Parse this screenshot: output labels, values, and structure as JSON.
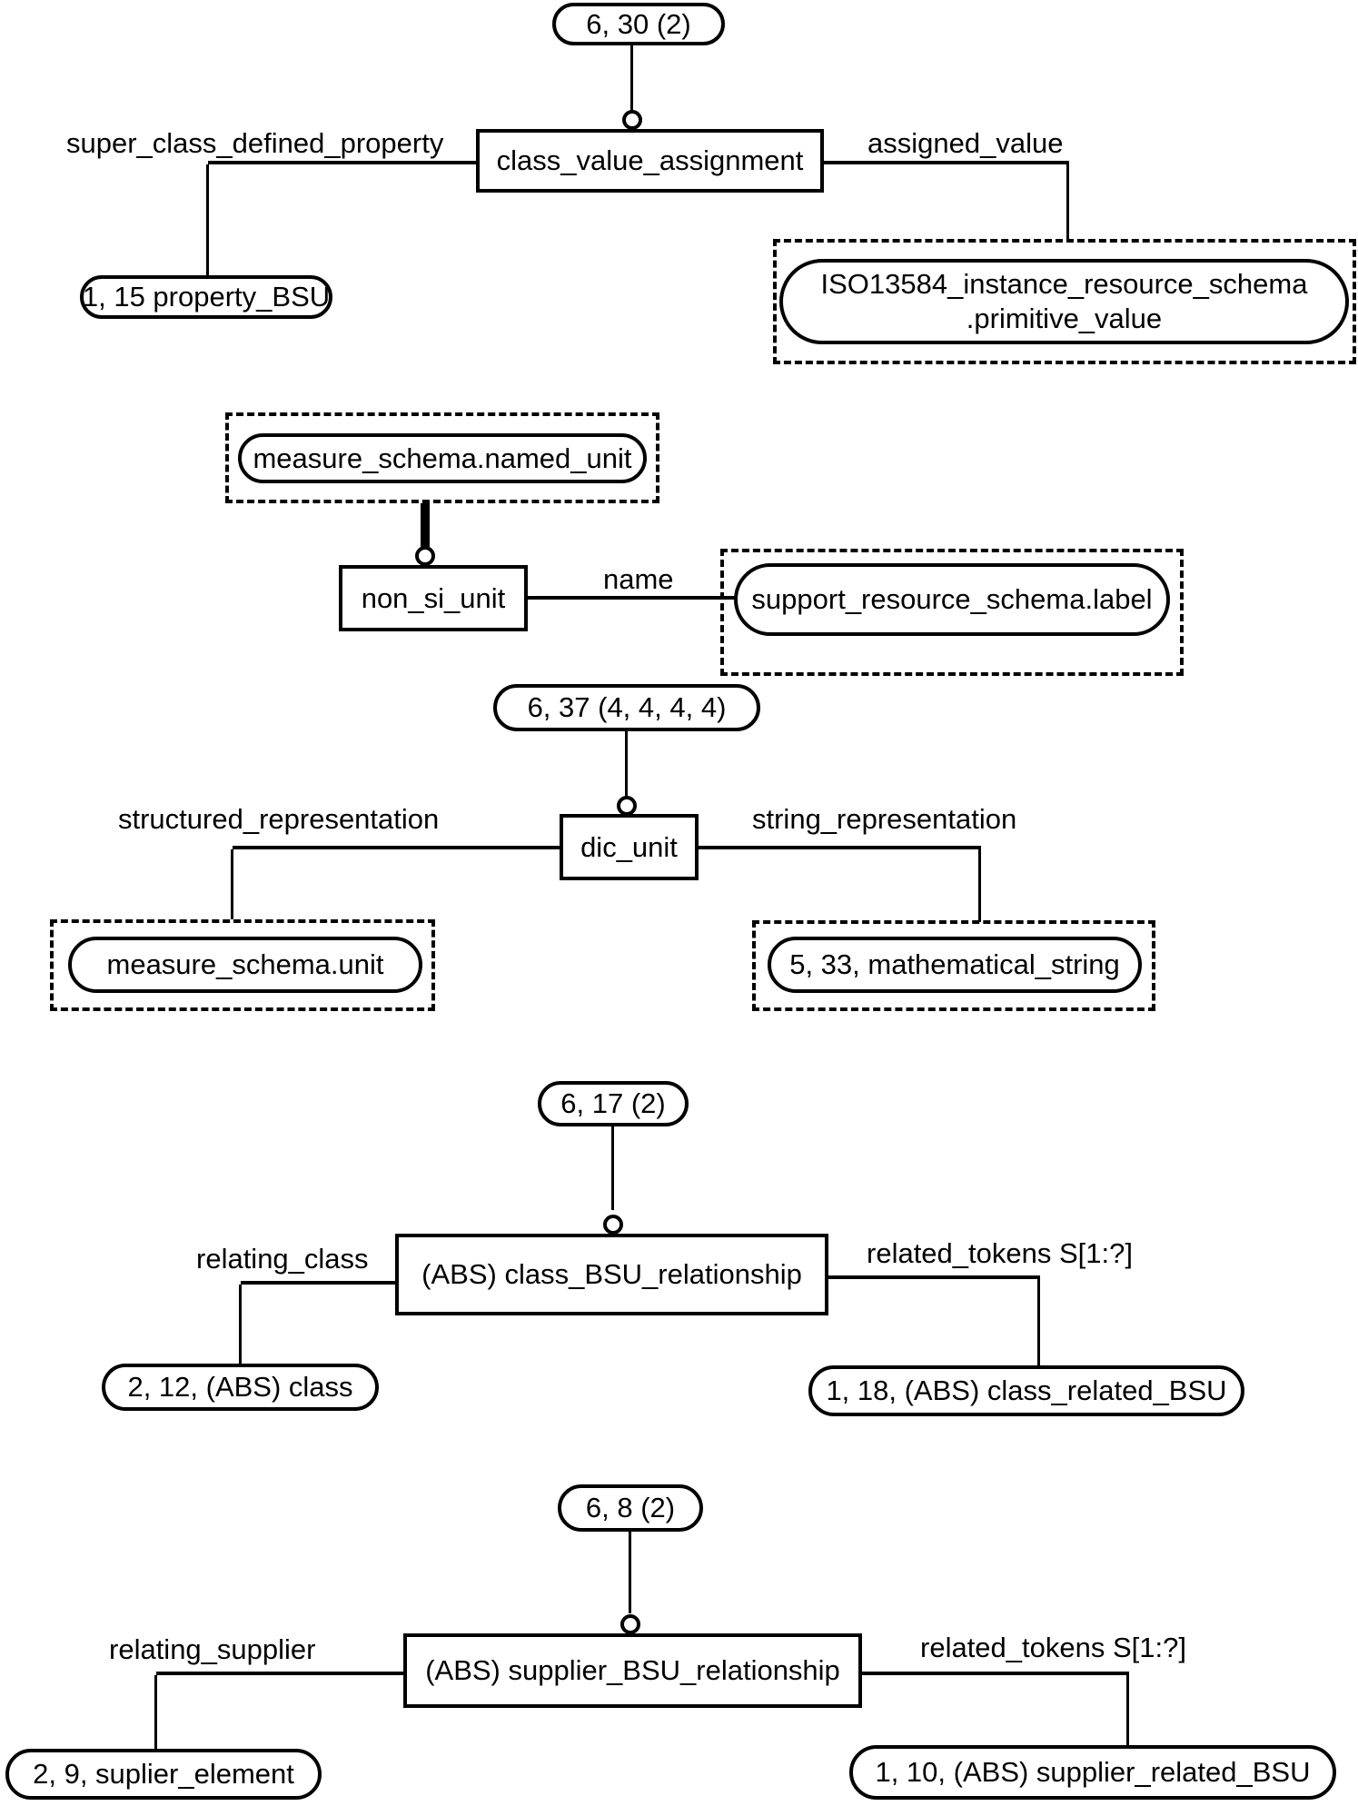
{
  "diagram": {
    "kind": "EXPRESS-G entity-attribute diagram",
    "colors": {
      "ink": "#000000",
      "background": "#ffffff"
    },
    "sections": [
      {
        "ref": "6, 30 (2)",
        "entity": "class_value_assignment",
        "left_attr": "super_class_defined_property",
        "left_target": "1, 15 property_BSU",
        "right_attr": "assigned_value",
        "right_target_line1": "ISO13584_instance_resource_schema",
        "right_target_line2": ".primitive_value"
      },
      {
        "super": "measure_schema.named_unit",
        "entity": "non_si_unit",
        "right_attr": "name",
        "right_target": "support_resource_schema.label"
      },
      {
        "ref": "6, 37 (4, 4, 4, 4)",
        "entity": "dic_unit",
        "left_attr": "structured_representation",
        "left_target": "measure_schema.unit",
        "right_attr": "string_representation",
        "right_target": "5, 33, mathematical_string"
      },
      {
        "ref": "6, 17 (2)",
        "entity": "(ABS) class_BSU_relationship",
        "left_attr": "relating_class",
        "left_target": "2, 12, (ABS) class",
        "right_attr": "related_tokens S[1:?]",
        "right_target": "1, 18, (ABS) class_related_BSU"
      },
      {
        "ref": "6, 8 (2)",
        "entity": "(ABS) supplier_BSU_relationship",
        "left_attr": "relating_supplier",
        "left_target": "2, 9, suplier_element",
        "right_attr": "related_tokens S[1:?]",
        "right_target": "1, 10, (ABS) supplier_related_BSU"
      }
    ]
  }
}
